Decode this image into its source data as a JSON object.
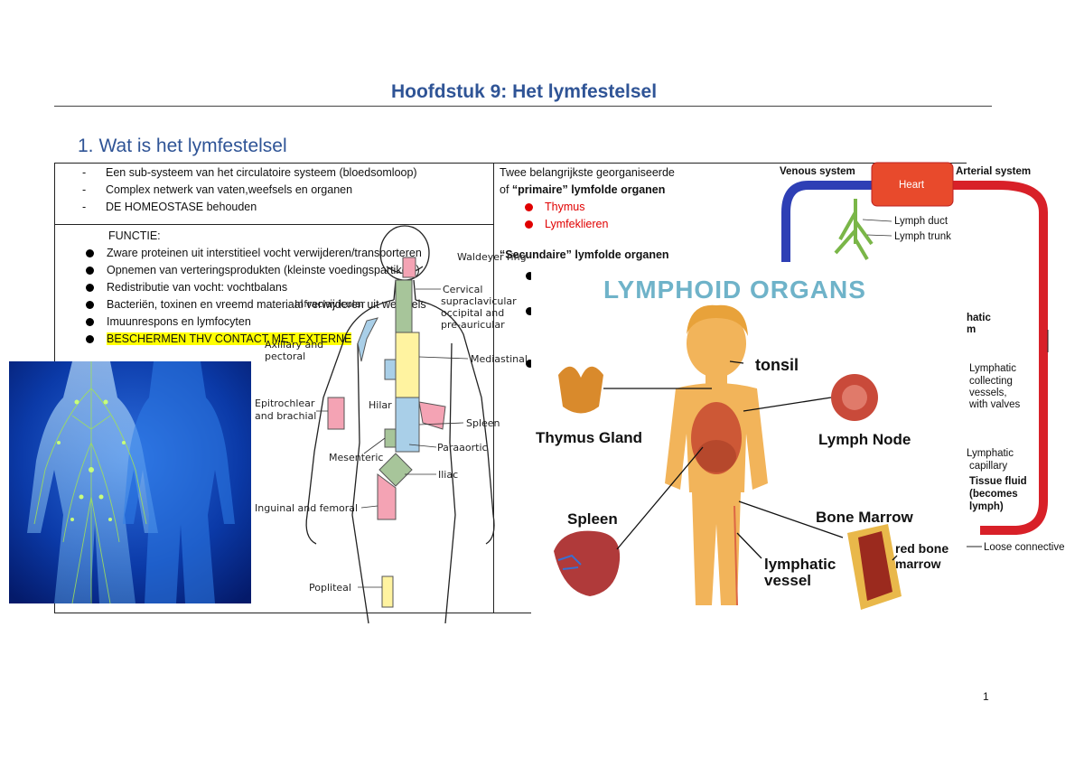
{
  "document": {
    "title": "Hoofdstuk 9: Het lymfestelsel",
    "section_number": "1.",
    "section_heading": "Wat is het lymfestelsel",
    "page_number": "1"
  },
  "table": {
    "intro_items": [
      "Een sub-systeem van het circulatoire systeem (bloedsomloop)",
      "Complex netwerk van vaten,weefsels en organen",
      "DE HOMEOSTASE behouden"
    ],
    "function_label": "FUNCTIE:",
    "function_items": [
      "Zware proteinen uit interstitieel vocht verwijderen/transporteren",
      "Opnemen van verteringsprodukten (kleinste voedingspartikels)",
      "Redistributie van vocht: vochtbalans",
      "Bacteriën, toxinen en vreemd materiaal verwijderen uit weefsels",
      "Imuunrespons en lymfocyten",
      "BESCHERMEN THV CONTACT MET EXTERNE"
    ],
    "right_intro_line1": "Twee belangrijkste georganiseerde",
    "right_intro_line2_prefix": "of ",
    "primary_label": "“primaire” lymfolde organen",
    "primary_items": [
      "Thymus",
      "Lymfeklieren"
    ],
    "secondary_label": "“Secundaire” lymfolde organen"
  },
  "node_diagram": {
    "labels": [
      "Waldeyer ring",
      "Cervical",
      "supraclavicular",
      "occipital and",
      "pre-auricular",
      "Infraclavicular",
      "Axillary and",
      "pectoral",
      "Mediastinal",
      "Hilar",
      "Epitrochlear",
      "and brachial",
      "Spleen",
      "Paraaortic",
      "Mesenteric",
      "Iliac",
      "Inguinal and femoral",
      "Popliteal"
    ]
  },
  "circulation_diagram": {
    "labels": {
      "venous": "Venous system",
      "arterial": "Arterial system",
      "heart": "Heart",
      "duct": "Lymph duct",
      "trunk": "Lymph trunk",
      "lymphatic_1": "hatic",
      "lymphatic_2": "m",
      "collecting_1": "Lymphatic",
      "collecting_2": "collecting",
      "collecting_3": "vessels,",
      "collecting_4": "with valves",
      "capillary_1": "Lymphatic",
      "capillary_2": "capillary",
      "fluid_1": "Tissue fluid",
      "fluid_2": "(becomes",
      "fluid_3": "lymph)",
      "connective": "Loose connective"
    }
  },
  "organs_figure": {
    "title": "LYMPHOID ORGANS",
    "labels": {
      "tonsil": "tonsil",
      "thymus": "Thymus Gland",
      "lymph_node": "Lymph Node",
      "spleen": "Spleen",
      "bone_marrow": "Bone Marrow",
      "lymphatic_1": "lymphatic",
      "lymphatic_2": "vessel",
      "red_bone_1": "red bone",
      "red_bone_2": "marrow"
    }
  },
  "colors": {
    "heading_blue": "#2f5496",
    "red_bullet": "#e00000",
    "highlight": "#ffff00",
    "node_pink": "#f4a3b4",
    "node_yellow": "#fff3a0",
    "node_blue": "#a9cfe8",
    "node_green": "#a7c59a",
    "organs_title": "#6fb3c9"
  }
}
